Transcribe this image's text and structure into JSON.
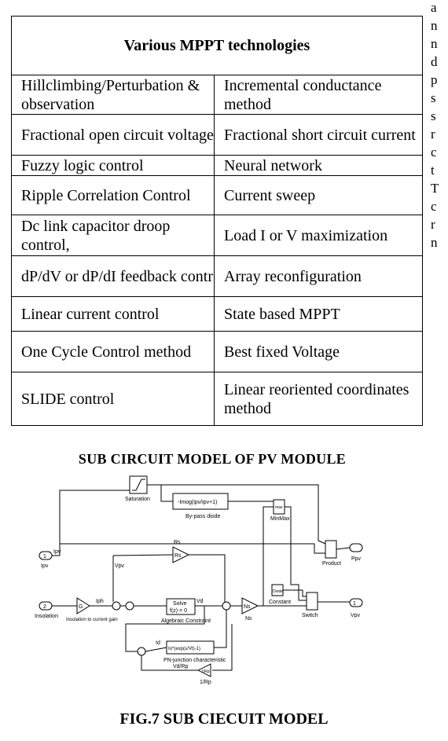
{
  "edge_text": [
    "a",
    "n",
    "n",
    "d",
    "p",
    "s",
    "s",
    "r",
    "c",
    "t",
    "T",
    "c",
    "r",
    "n"
  ],
  "table": {
    "title": "Various MPPT technologies",
    "rows": [
      [
        "Hillclimbing/Perturbation & observation",
        "Incremental conductance method"
      ],
      [
        "Fractional open circuit voltage",
        "Fractional short circuit current"
      ],
      [
        "Fuzzy logic control",
        "Neural network"
      ],
      [
        "Ripple Correlation Control",
        "Current sweep"
      ],
      [
        "Dc link capacitor droop control,",
        "Load I or V maximization"
      ],
      [
        "dP/dV  or dP/dI feedback contr",
        "Array reconfiguration"
      ],
      [
        "Linear current control",
        "State based MPPT"
      ],
      [
        "One Cycle Control method",
        "Best fixed Voltage"
      ],
      [
        "SLIDE control",
        "Linear reoriented coordinates method"
      ]
    ]
  },
  "section_title": "SUB CIRCUIT MODEL OF PV MODULE",
  "diagram": {
    "saturation": "Saturation",
    "bypass_expr": "-Imog(ipv/ipv+1)",
    "bypass_label": "By-pass diode",
    "minmax_op": "max",
    "minmax_label": "MinMax",
    "product_label": "Product",
    "ppv_label": "Ppv",
    "ipv_port": "1",
    "ipv_label": "Ipv",
    "ipv_wire": "Ipv",
    "rs_label": "Rs",
    "rs_gain": "Rs",
    "vpv_wire": "Vpv",
    "diode_block": "Diode",
    "constant_label": "Constant",
    "vpv_port": "1",
    "vpv_label": "Vpv",
    "insolation_port": "2",
    "insolation_label": "Insolation",
    "gain_g": "G",
    "iph_label": "Iph",
    "gain_caption": "Insolation to current gain",
    "solve_line1": "Solve",
    "solve_line2": "f(z) = 0",
    "alg_label": "Algebraic Constraint",
    "vd_label": "Vd",
    "ns_gain": "Ns",
    "ns_label": "Ns",
    "switch_label": "Switch",
    "id_label": "Id",
    "pn_expr": "Io*(exp(u/Vt)-1)",
    "pn_label": "PN-junction characteristic",
    "vdrp_label": "Vd/Rp",
    "rp_gain": "1/Rp",
    "rp_label": "1/Rp"
  },
  "caption": "FIG.7 SUB CIECUIT MODEL"
}
